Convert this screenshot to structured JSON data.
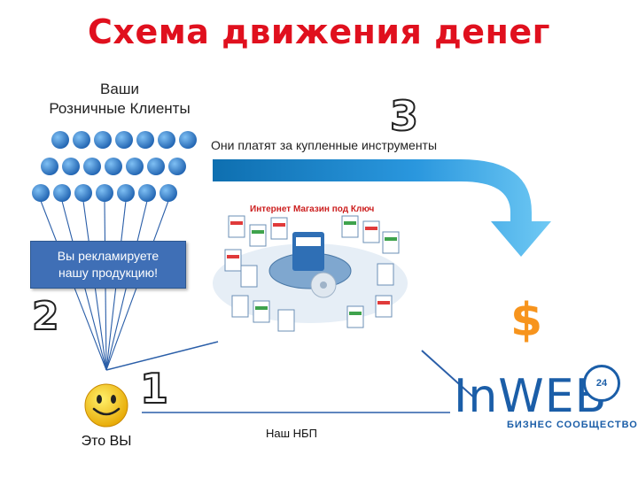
{
  "title": "Схема движения денег",
  "clients": {
    "label_line1": "Ваши",
    "label_line2": "Розничные Клиенты"
  },
  "steps": {
    "step1": "1",
    "step2": "2",
    "step3": "3"
  },
  "payment_text": "Они платят за купленные инструменты",
  "shop_title": "Интернет Магазин под Ключ",
  "advert_line1": "Вы рекламируете",
  "advert_line2": "нашу продукцию!",
  "currency_symbol": "$",
  "you_label": "Это ВЫ",
  "nbp_label": "Наш НБП",
  "logo": {
    "main": "InWEB",
    "sub": "БИЗНЕС СООБЩЕСТВО",
    "badge": "24"
  },
  "colors": {
    "title": "#e0101e",
    "dot": "#2e77c7",
    "arrow": "#3fa9e8",
    "logo": "#1b5ea8",
    "dollar": "#f7941d",
    "advert_box": "#3f6fb6"
  }
}
